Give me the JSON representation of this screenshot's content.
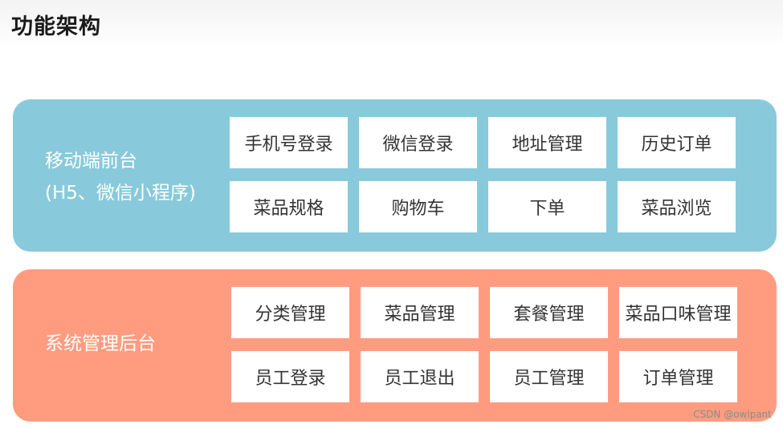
{
  "title": "功能架构",
  "mobile": {
    "label_line1": "移动端前台",
    "label_line2": "(H5、微信小程序)",
    "items": [
      "手机号登录",
      "微信登录",
      "地址管理",
      "历史订单",
      "菜品规格",
      "购物车",
      "下单",
      "菜品浏览"
    ],
    "color": "#88cadb"
  },
  "admin": {
    "label": "系统管理后台",
    "items": [
      "分类管理",
      "菜品管理",
      "套餐管理",
      "菜品口味管理",
      "员工登录",
      "员工退出",
      "员工管理",
      "订单管理"
    ],
    "color": "#ff9c80"
  },
  "watermark": "CSDN @owlpant"
}
